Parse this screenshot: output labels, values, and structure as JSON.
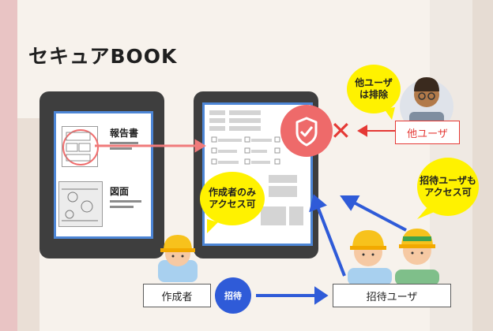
{
  "title": "セキュアBOOK",
  "doc_labels": {
    "report": "報告書",
    "drawing": "図面"
  },
  "bubbles": {
    "creator_only": [
      "作成者のみ",
      "アクセス可"
    ],
    "others_excluded": [
      "他ユーザ",
      "は排除"
    ],
    "invited_access": [
      "招待ユーザも",
      "アクセス可"
    ]
  },
  "roles": {
    "creator": "作成者",
    "invited": "招待ユーザ",
    "others": "他ユーザ"
  },
  "invite_label": "招待",
  "colors": {
    "accent_red": "#ee6a6a",
    "blue": "#2f5bd8",
    "yellow": "#fff200",
    "tablet": "#3e3e3e"
  },
  "icons": [
    "shield-check-icon",
    "x-icon",
    "arrow-icon",
    "person-icon"
  ]
}
